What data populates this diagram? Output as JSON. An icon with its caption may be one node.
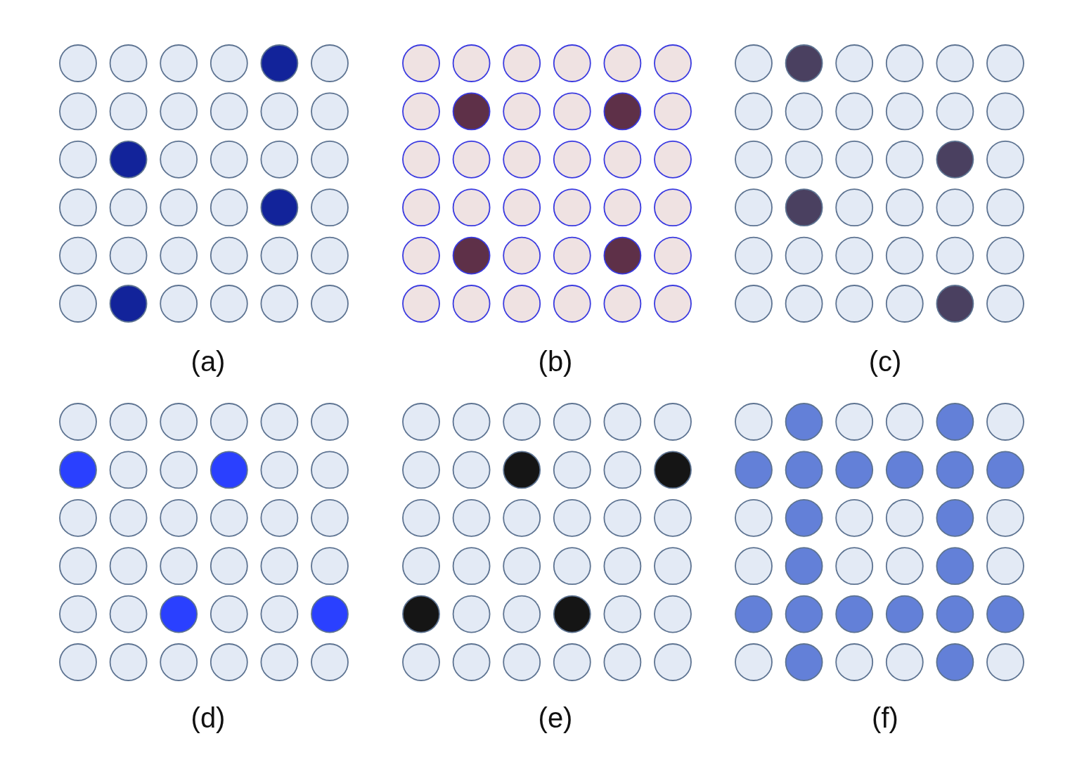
{
  "diagram": {
    "labels": [
      "(a)",
      "(b)",
      "(c)",
      "(d)",
      "(e)",
      "(f)"
    ]
  }
}
